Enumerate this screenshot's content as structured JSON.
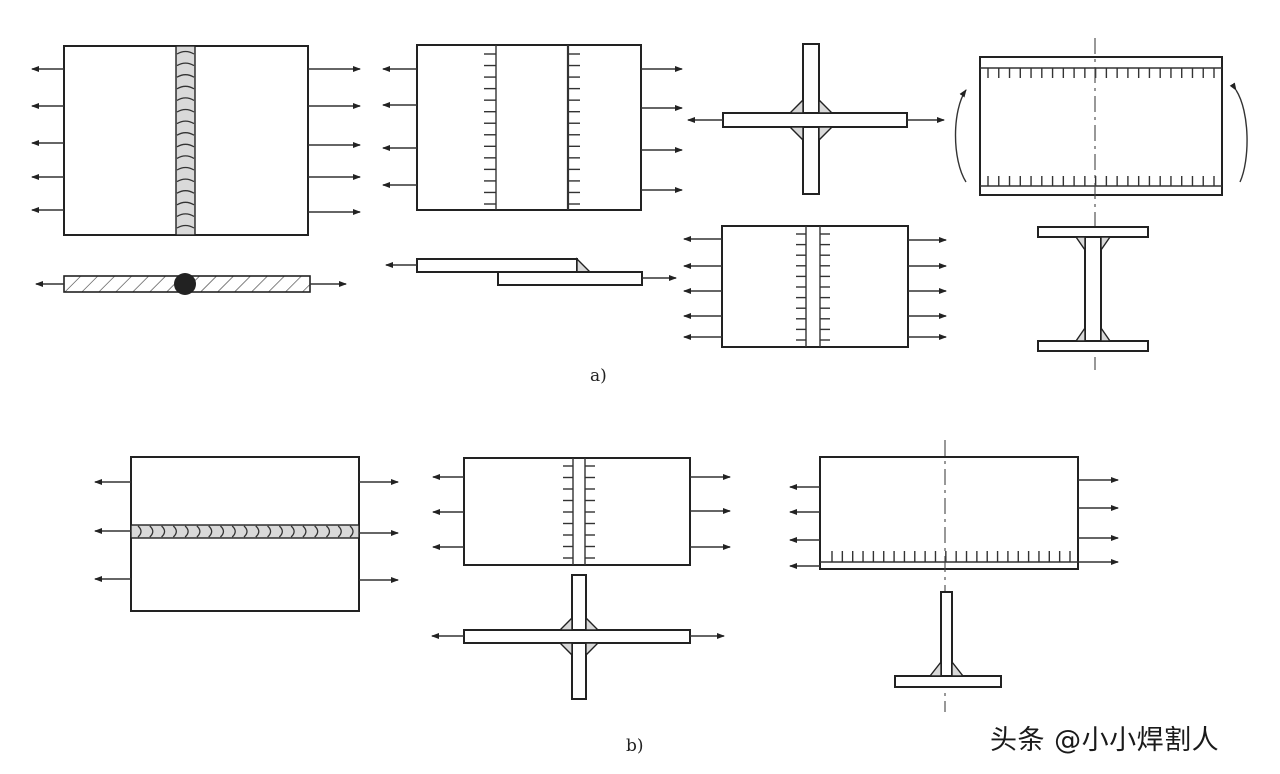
{
  "figure": {
    "panel_a_label": "a)",
    "panel_b_label": "b)"
  },
  "watermark": {
    "text": "头条 @小小焊割人"
  },
  "colors": {
    "line": "#222222",
    "weld_fill": "#d9d9d9",
    "background": "#ffffff"
  }
}
